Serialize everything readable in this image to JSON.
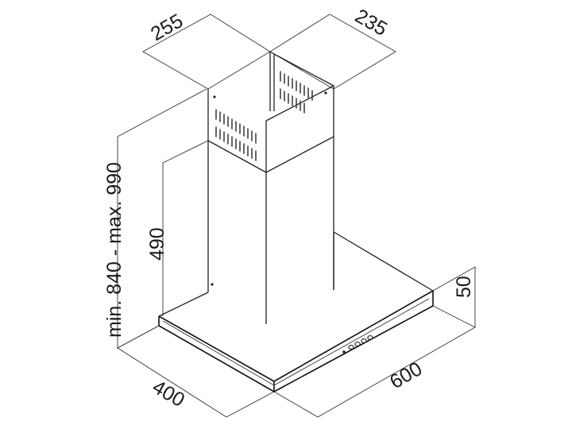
{
  "dimensions": {
    "top_width": "255",
    "top_depth": "235",
    "height_range": "min. 840 - max. 990",
    "lower_chimney": "490",
    "canopy_height": "50",
    "width": "600",
    "depth": "400"
  },
  "colors": {
    "line": "#222222",
    "background": "#ffffff"
  }
}
